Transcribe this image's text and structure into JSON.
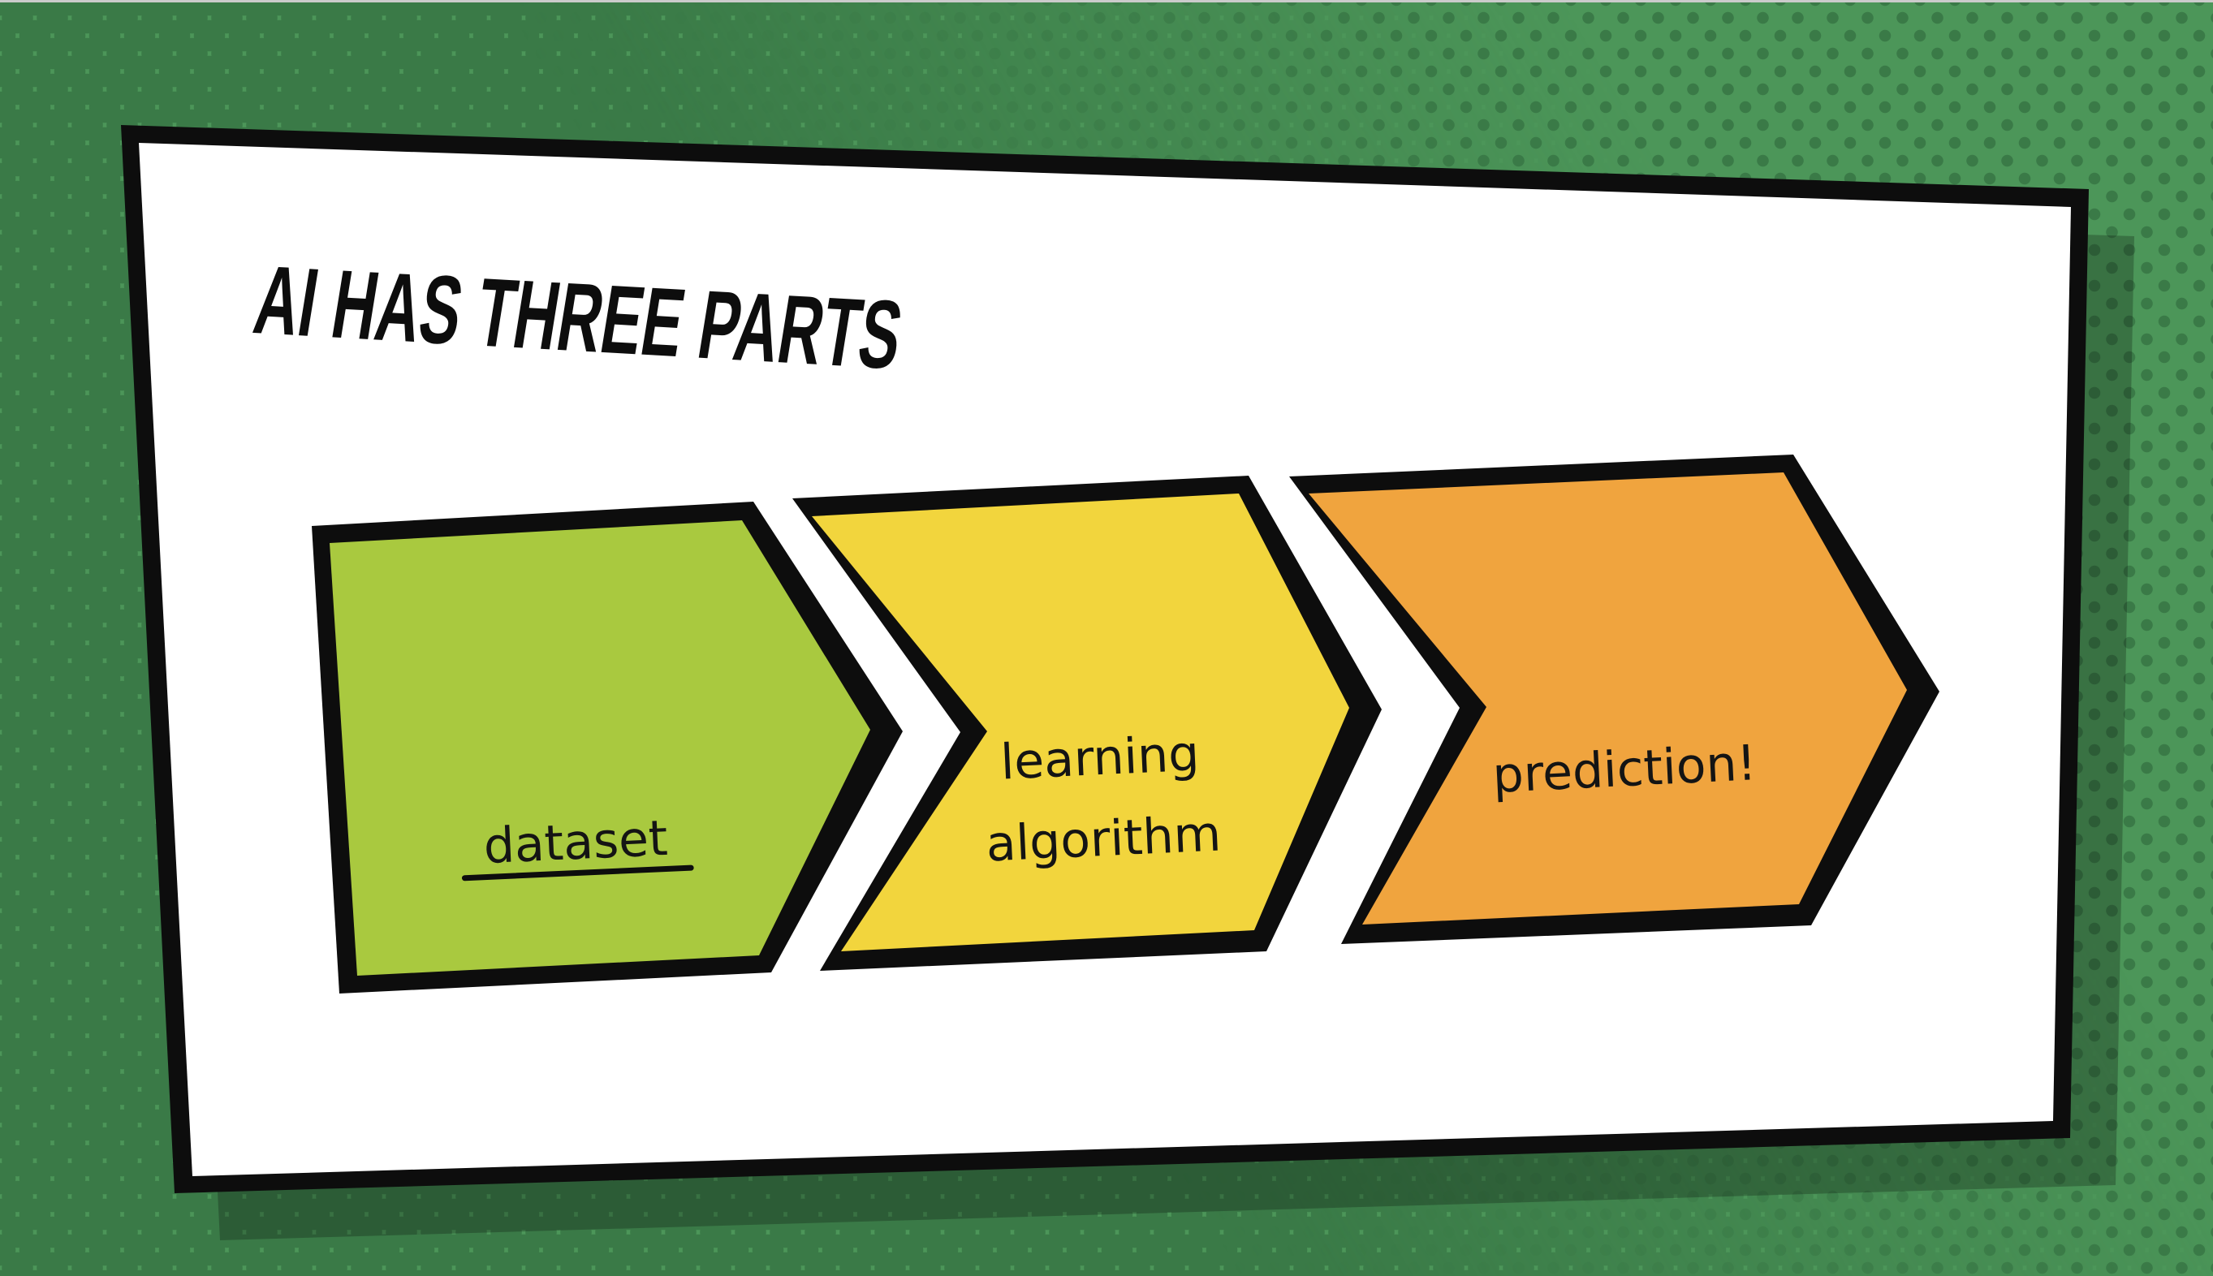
{
  "slide": {
    "title": "AI HAS THREE PARTS",
    "arrows": [
      {
        "name": "dataset",
        "label": "dataset",
        "underlined": true,
        "color": "#a9c93f"
      },
      {
        "name": "learning-algorithm",
        "lines": [
          "learning",
          "algorithm"
        ],
        "color": "#f2d53d"
      },
      {
        "name": "prediction",
        "label": "prediction!",
        "underlined": false,
        "color": "#f0a43e"
      }
    ]
  },
  "colors": {
    "background_base": "#4c9659",
    "background_dot": "#3a7a47",
    "card_fill": "#ffffff",
    "outline": "#0d0d0d",
    "card_shadow": "rgba(0,0,0,0.24)"
  }
}
